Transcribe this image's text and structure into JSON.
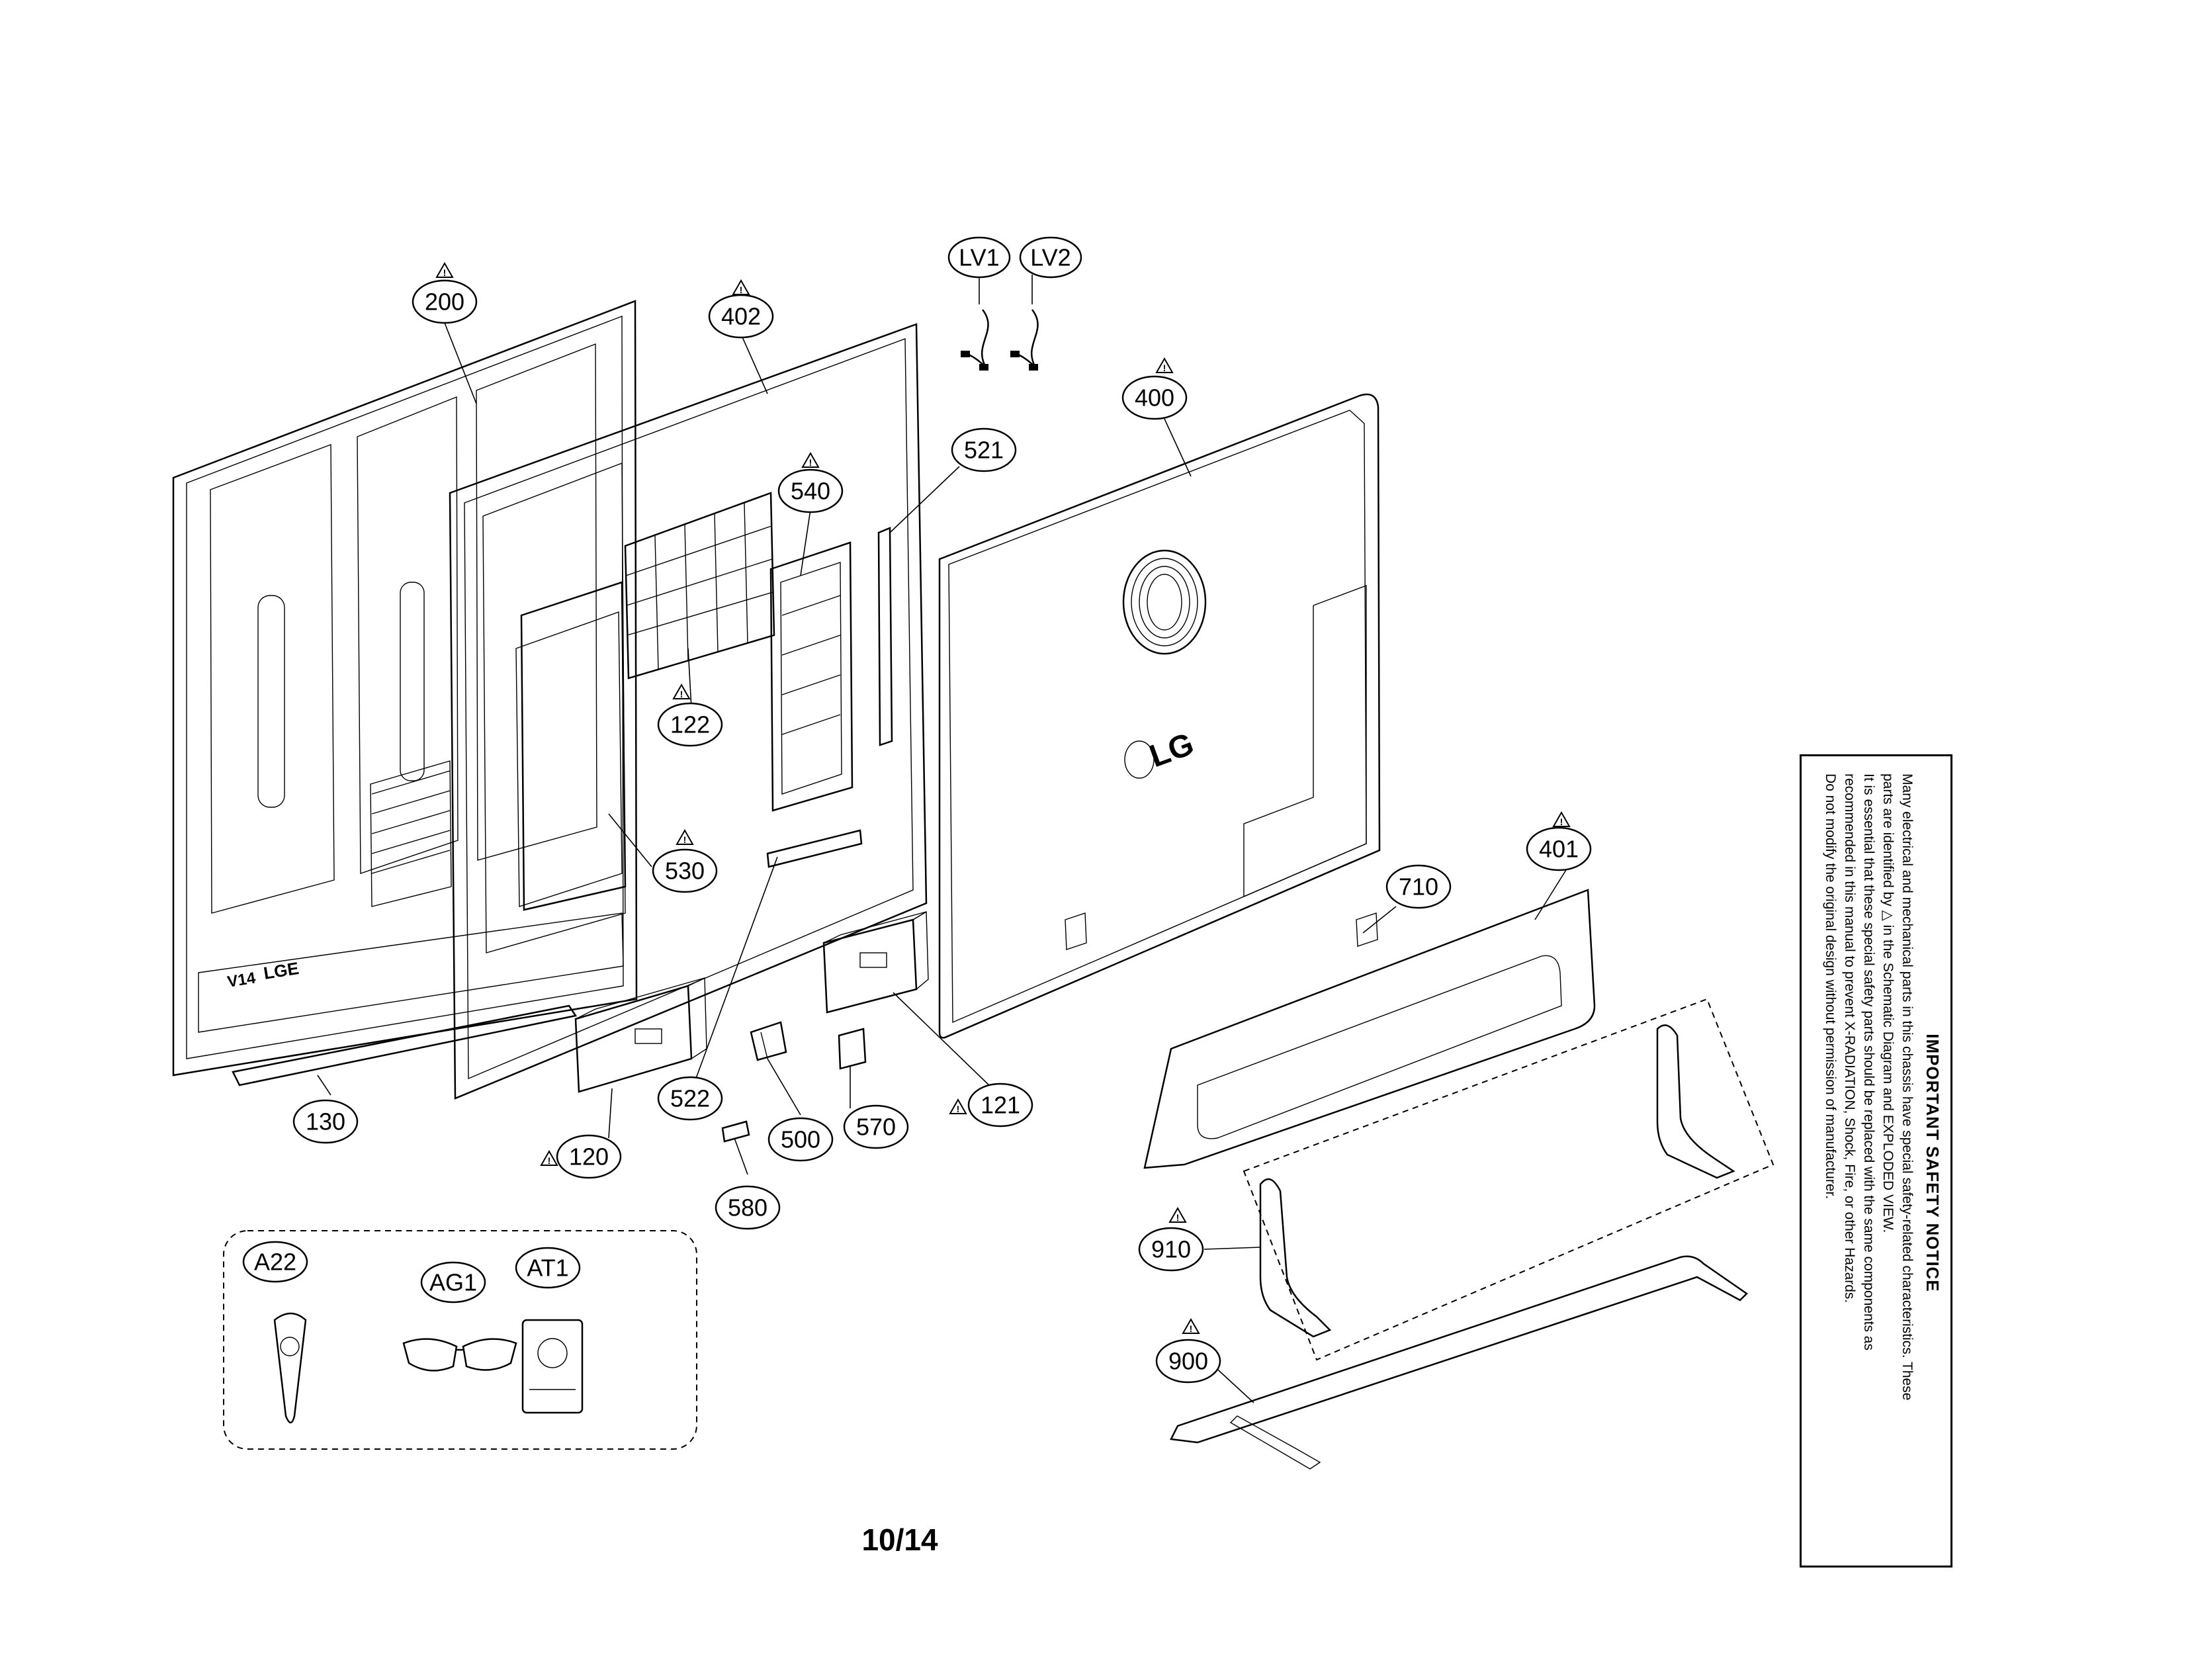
{
  "callouts": {
    "200": "200",
    "402": "402",
    "LV1": "LV1",
    "LV2": "LV2",
    "400": "400",
    "521": "521",
    "540": "540",
    "122": "122",
    "530": "530",
    "401": "401",
    "710": "710",
    "130": "130",
    "522": "522",
    "500": "500",
    "570": "570",
    "121": "121",
    "120": "120",
    "580": "580",
    "910": "910",
    "900": "900",
    "A22": "A22",
    "AG1": "AG1",
    "AT1": "AT1"
  },
  "panel_text": {
    "brand_mark": "LGE",
    "module_mark": "V14"
  },
  "logo": "LG",
  "page_number": "10/14",
  "notice": {
    "title": "IMPORTANT SAFETY NOTICE",
    "line1": "Many electrical and mechanical parts in this chassis have special safety-related characteristics. These",
    "line2a": "parts are identified by",
    "line2b": "in the Schematic Diagram and EXPLODED VIEW.",
    "line3": "It is essential that these special safety parts should be replaced with the same components as",
    "line4": "recommended in this manual to prevent X-RADIATION, Shock, Fire, or other Hazards.",
    "line5": "Do not modify the original design without permission of manufacturer."
  },
  "icons": {
    "warning": "warning-triangle-icon"
  }
}
